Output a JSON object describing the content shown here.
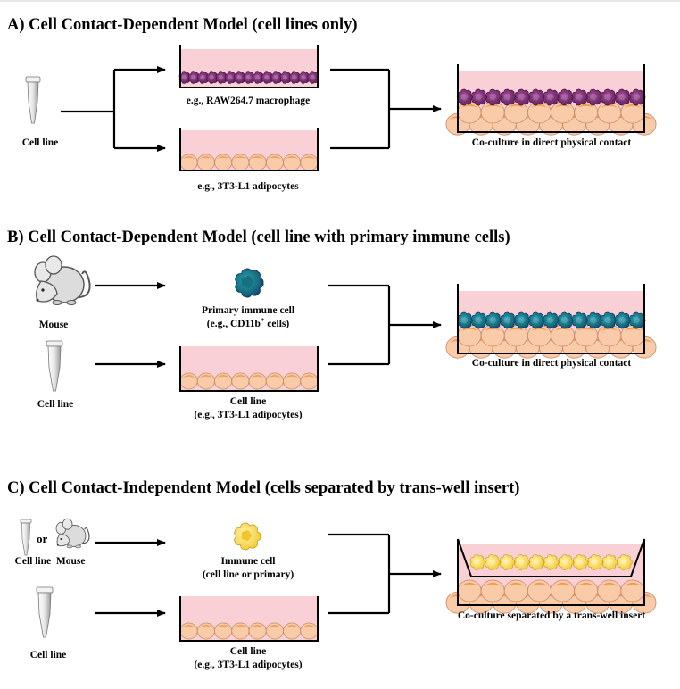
{
  "panel_a": {
    "title": "A) Cell Contact-Dependent Model (cell lines only)",
    "source_label": "Cell line",
    "top_well_label": "e.g., RAW264.7 macrophage",
    "bottom_well_label": "e.g., 3T3-L1 adipocytes",
    "result_label": "Co-culture in direct physical contact"
  },
  "panel_b": {
    "title": "B) Cell Contact-Dependent Model (cell line with primary immune cells)",
    "mouse_label": "Mouse",
    "cell_line_label": "Cell line",
    "immune_label_line1": "Primary immune cell",
    "immune_label_line2_pre": "(e.g., CD11b",
    "immune_label_line2_sup": "+",
    "immune_label_line2_post": " cells)",
    "well_label_line1": "Cell line",
    "well_label_line2": "(e.g., 3T3-L1 adipocytes)",
    "result_label": "Co-culture in direct physical contact"
  },
  "panel_c": {
    "title": "C) Cell Contact-Independent Model (cells separated by trans-well insert)",
    "or_label": "or",
    "cell_line_mouse_label": "Cell line  Mouse",
    "cell_line_label": "Cell line",
    "immune_label_line1": "Immune cell",
    "immune_label_line2": "(cell line or primary)",
    "well_label_line1": "Cell line",
    "well_label_line2": "(e.g., 3T3-L1 adipocytes)",
    "result_label": "Co-culture separated by a trans-well insert"
  },
  "colors": {
    "medium_pink": "#f8d0d6",
    "adipocyte_fill": "#f9cba8",
    "adipocyte_nucleus": "#ee9a4e",
    "macrophage": "#7a2d72",
    "primary_immune": "#1d7a8a",
    "primary_immune_dark": "#0f3b7a",
    "immune_yellow": "#f6d246",
    "tube": "#e8e8e8"
  }
}
